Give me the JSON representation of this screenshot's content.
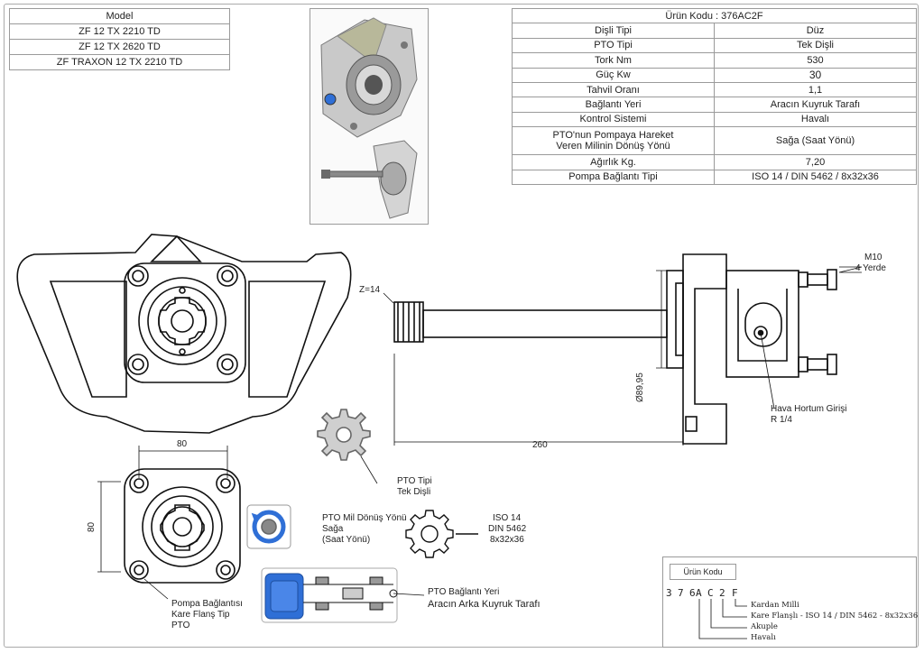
{
  "model_table": {
    "header": "Model",
    "rows": [
      "ZF 12 TX 2210 TD",
      "ZF 12 TX 2620 TD",
      "ZF TRAXON 12 TX 2210 TD"
    ]
  },
  "spec_table": {
    "title": "Ürün Kodu : 376AC2F",
    "rows": [
      {
        "label": "Dişli Tipi",
        "value": "Düz"
      },
      {
        "label": "PTO Tipi",
        "value": "Tek Dişli"
      },
      {
        "label": "Tork Nm",
        "value": "530"
      },
      {
        "label": "Güç Kw",
        "value": "30"
      },
      {
        "label": "Tahvil Oranı",
        "value": "1,1"
      },
      {
        "label": "Bağlantı Yeri",
        "value": "Aracın Kuyruk Tarafı"
      },
      {
        "label": "Kontrol Sistemi",
        "value": "Havalı"
      },
      {
        "label": "PTO'nun Pompaya Hareket Veren Milinin Dönüş Yönü",
        "value": "Sağa (Saat Yönü)"
      },
      {
        "label": "Ağırlık Kg.",
        "value": "7,20"
      },
      {
        "label": "Pompa Bağlantı Tipi",
        "value": "ISO 14 / DIN 5462 / 8x32x36"
      }
    ]
  },
  "annotations": {
    "z": "Z=14",
    "m10": "M10",
    "four_places": "4 Yerde",
    "dia": "Ø89,95",
    "length": "260",
    "width80": "80",
    "height80": "80",
    "air_1": "Hava Hortum Girişi",
    "air_2": "R 1/4",
    "pto_type_1": "PTO Tipi",
    "pto_type_2": "Tek Dişli",
    "rot_1": "PTO Mil Dönüş Yönü",
    "rot_2": "Sağa",
    "rot_3": "(Saat Yönü)",
    "iso_1": "ISO 14",
    "iso_2": "DIN 5462",
    "iso_3": "8x32x36",
    "pump_1": "Pompa Bağlantısı",
    "pump_2": "Kare Flanş Tip",
    "pump_3": "PTO",
    "conn_1": "PTO Bağlantı Yeri",
    "conn_2": "Aracın Arka Kuyruk Tarafı"
  },
  "code_legend": {
    "header": "Ürün Kodu",
    "chars": [
      "3",
      "7",
      "6",
      "A",
      "C",
      "2",
      "F"
    ],
    "labels": [
      "Kardan Milli",
      "Kare Flanşlı - ISO 14 / DIN 5462 - 8x32x36",
      "Akuple",
      "Havalı"
    ]
  },
  "colors": {
    "accent_blue": "#2f6fd6",
    "line": "#111111"
  }
}
